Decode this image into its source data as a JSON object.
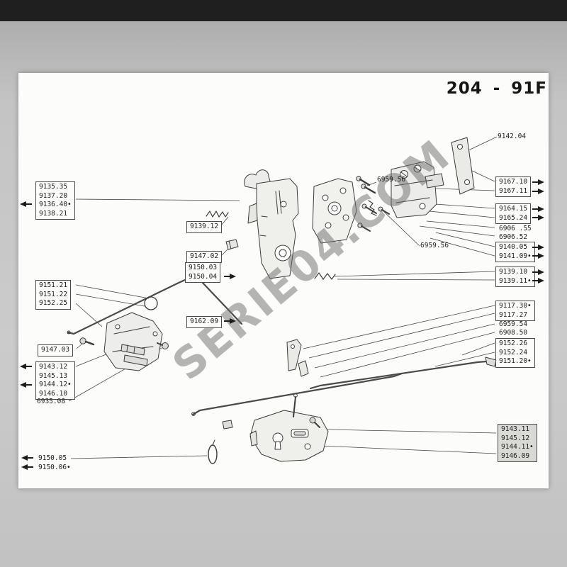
{
  "header": {
    "number": "204",
    "dash": "-",
    "code": "91F"
  },
  "watermark": "SERIE04.COM",
  "labels": {
    "tl": [
      "9135.35",
      "9137.20",
      "9136.40•",
      "9138.21"
    ],
    "l_913912": "9139.12",
    "l_914702": "9147.02",
    "g9150": [
      "9150.03",
      "9150.04"
    ],
    "lm": [
      "9151.21",
      "9151.22",
      "9152.25"
    ],
    "l_916209": "9162.09",
    "l_914703": "9147.03",
    "lb": [
      "9143.12",
      "9145.13",
      "9144.12•",
      "9146.10"
    ],
    "l_693508": "6935.08",
    "l_915005": "9150.05",
    "l_915006": "9150.06•",
    "l_914204": "9142.04",
    "l_695956a": "6959.56",
    "ra": [
      "9167.10",
      "9167.11"
    ],
    "rb": [
      "9164.15",
      "9165.24"
    ],
    "l_6906a": "6906 .55",
    "l_6906b": "6906.52",
    "l_695956b": "6959.56",
    "rc": [
      "9140.05",
      "9141.09•"
    ],
    "rd": [
      "9139.10",
      "9139.11•"
    ],
    "re": [
      "9117.30•",
      "9117.27"
    ],
    "l_695954": "6959.54",
    "l_690850": "6908.50",
    "rf": [
      "9152.26",
      "9152.24",
      "9151.20•"
    ],
    "br": [
      "9143.11",
      "9145.12",
      "9144.11•",
      "9146.09"
    ]
  }
}
